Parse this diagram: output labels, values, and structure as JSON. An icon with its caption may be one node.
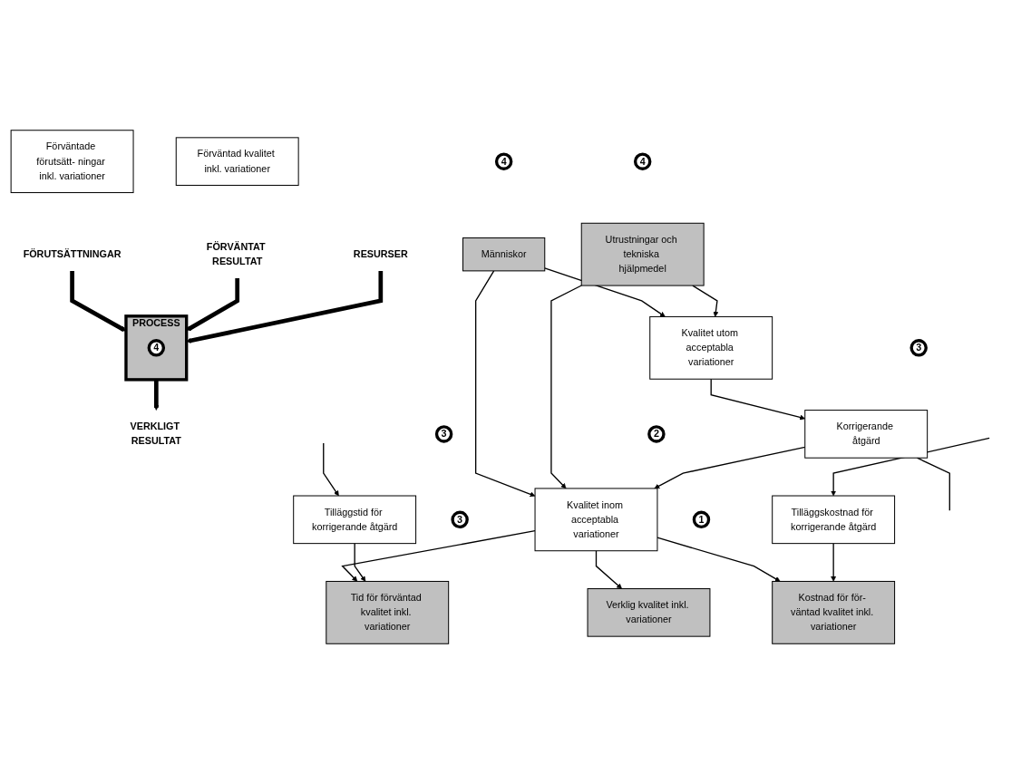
{
  "diagram": {
    "nodes": [
      {
        "text": [
          "Förväntade förutsätt- ningar inkl. variationer"
        ]
      },
      {
        "text": [
          "FÖRUTSÄTTNINGAR"
        ]
      },
      {
        "text": [
          "Förväntad kvalitet inkl. variationer"
        ]
      },
      {
        "text": [
          "FÖRVÄNTAT RESULTAT"
        ]
      },
      {
        "text": [
          "PROCESS"
        ]
      },
      {
        "text": [
          "4"
        ],
        "in": 4
      },
      {
        "text": [
          "VERKLIGT RESULTAT"
        ]
      },
      {
        "text": [
          "Verklig kvalitet inkl. variationer"
        ]
      },
      {
        "text": [
          "1"
        ]
      },
      {
        "text": [
          "RESURSER"
        ]
      },
      {
        "text": [
          "4"
        ]
      },
      {
        "text": [
          "Människor"
        ]
      },
      {
        "text": [
          "4"
        ]
      },
      {
        "text": [
          "Utrustningar och tekniska hjälpmedel"
        ]
      },
      {
        "text": [
          "Kvalitet inom acceptabla variationer"
        ]
      },
      {
        "text": [
          "2"
        ]
      },
      {
        "text": [
          "Kvalitet utom acceptabla variationer"
        ]
      },
      {
        "text": [
          "3"
        ]
      },
      {
        "text": [
          "Korrigerande åtgärd"
        ]
      },
      {
        "text": [
          "Tid för förväntad kvalitet inkl. variationer"
        ]
      },
      {
        "text": [
          "Kostnad för för- väntad kvalitet inkl. variationer"
        ]
      },
      {
        "text": [
          "3"
        ]
      },
      {
        "text": [
          "Tilläggstid för korrigerande åtgärd"
        ]
      },
      {
        "text": [
          "3"
        ]
      },
      {
        "text": [
          "Tilläggskostnad för korrigerande åtgärd"
        ]
      }
    ],
    "edges": [
      {
        "from": 1,
        "to": 4,
        "arrow": "to",
        "style": "thick"
      },
      {
        "from": 3,
        "to": 4,
        "arrow": "to",
        "style": "thick"
      },
      {
        "from": 4,
        "to": 6,
        "arrow": "to",
        "style": "thick"
      },
      {
        "from": 9,
        "to": 4,
        "arrow": "to",
        "style": "thick"
      },
      {
        "from": 11,
        "to": 14,
        "arrow": "to"
      },
      {
        "from": 11,
        "to": 16,
        "arrow": "to"
      },
      {
        "from": 13,
        "to": 14,
        "arrow": "to"
      },
      {
        "from": 13,
        "to": 16,
        "arrow": "to"
      },
      {
        "from": 16,
        "to": 18,
        "arrow": "to"
      },
      {
        "from": 18,
        "to": 14,
        "arrow": "to"
      },
      {
        "from": 14,
        "to": 7,
        "arrow": "to"
      },
      {
        "from": 14,
        "to": 19,
        "arrow": "to"
      },
      {
        "from": 14,
        "to": 20,
        "arrow": "to"
      },
      {
        "from": 22,
        "to": 19,
        "arrow": "to"
      },
      {
        "from": 24,
        "to": 20,
        "arrow": "to"
      },
      {
        "from": 18,
        "to": null,
        "arrow": "none"
      },
      {
        "from": null,
        "to": 22,
        "arrow": "to"
      },
      {
        "from": null,
        "to": 24,
        "arrow": "to"
      }
    ]
  }
}
